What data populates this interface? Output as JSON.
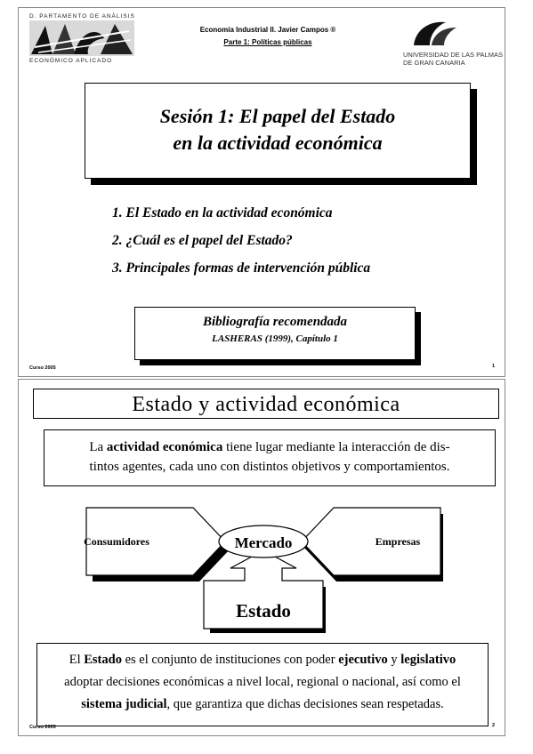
{
  "slide1": {
    "header": {
      "left_top_text": "D. PARTAMENTO DE ANÁLISIS",
      "left_bottom_text": "ECONÓMICO APLICADO",
      "course": "Economía Industrial II. Javier Campos ®",
      "part": "Parte 1: Políticas públicas",
      "university_line1": "UNIVERSIDAD DE LAS PALMAS",
      "university_line2": "DE GRAN CANARIA"
    },
    "title_line1": "Sesión 1: El papel del Estado",
    "title_line2": "en la actividad económica",
    "toc": [
      "1. El Estado en la actividad económica",
      "2. ¿Cuál es el papel del Estado?",
      "3. Principales formas de intervención pública"
    ],
    "bib_title": "Bibliografía recomendada",
    "bib_ref": "LASHERAS (1999), Capítulo 1",
    "footer_left": "Curso 2005",
    "page_number": "1"
  },
  "slide2": {
    "title": "Estado y actividad económica",
    "para1": {
      "t1": "La ",
      "b1": "actividad económica",
      "t2": " tiene lugar mediante la interacción de dis-",
      "line2": "tintos agentes, cada uno con distintos objetivos y comportamientos."
    },
    "diagram": {
      "left": "Consumidores",
      "center": "Mercado",
      "right": "Empresas",
      "bottom": "Estado"
    },
    "para2": {
      "t1": "El ",
      "b1": "Estado",
      "t2": " es el conjunto de instituciones con poder ",
      "b2": "ejecutivo",
      "t3": " y ",
      "b3": "legislativo",
      "line2": "adoptar decisiones económicas a nivel local, regional o nacional, así como el",
      "b4": "sistema judicial",
      "t4": ", que garantiza que dichas decisiones sean respetadas."
    },
    "footer_left": "Curso 2005",
    "page_number": "2"
  }
}
